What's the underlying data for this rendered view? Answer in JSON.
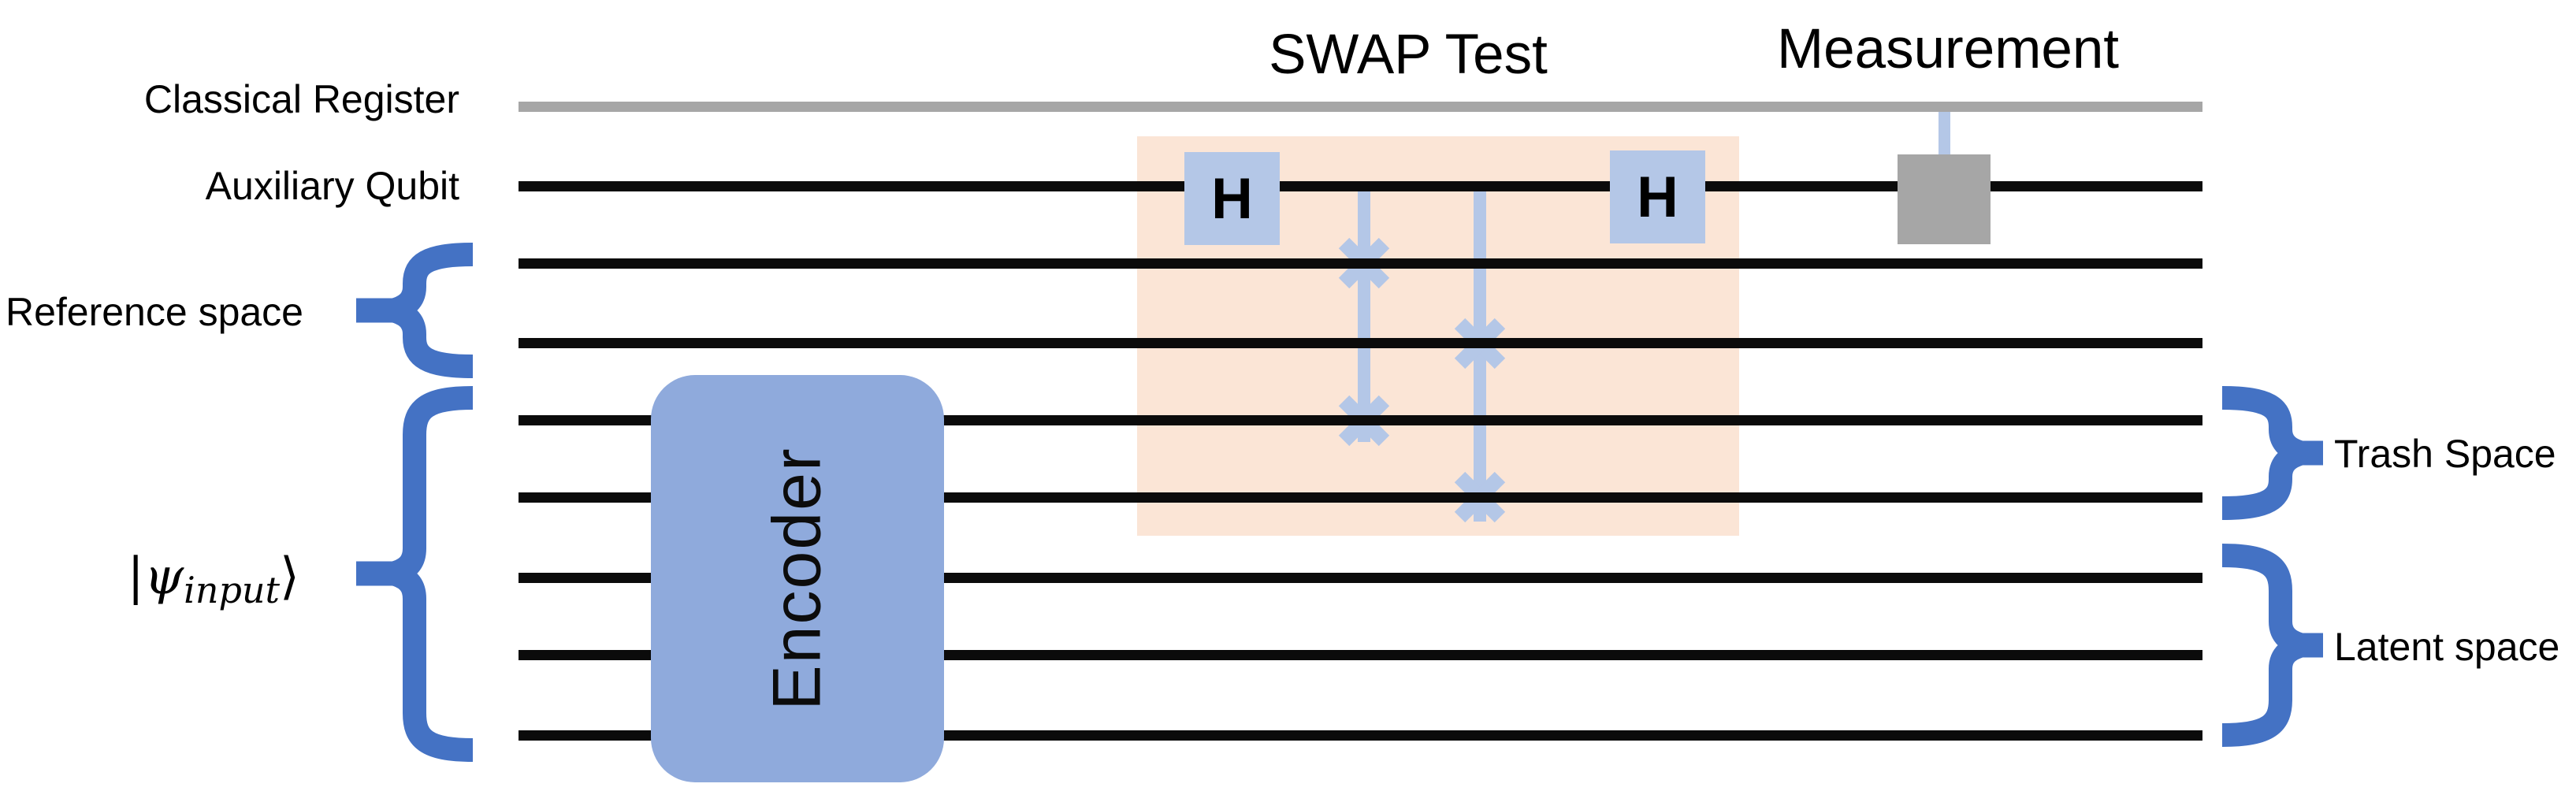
{
  "titles": {
    "swap_test": "SWAP Test",
    "measurement": "Measurement"
  },
  "labels": {
    "classical_register": "Classical Register",
    "auxiliary_qubit": "Auxiliary Qubit",
    "reference_space": "Reference space",
    "trash_space": "Trash Space",
    "latent_space": "Latent space",
    "psi_input": {
      "bar": "|",
      "psi": "ψ",
      "sub": "input",
      "angle": "⟩"
    }
  },
  "gates": {
    "encoder_label": "Encoder",
    "hadamard_label": "H"
  },
  "colors": {
    "accent_blue": "#4472C4",
    "light_blue": "#B4C7E7",
    "encoder_blue": "#8FAADC",
    "swap_bg": "#FBE5D6",
    "gray": "#A6A6A6",
    "wire": "#0B0B0B"
  }
}
